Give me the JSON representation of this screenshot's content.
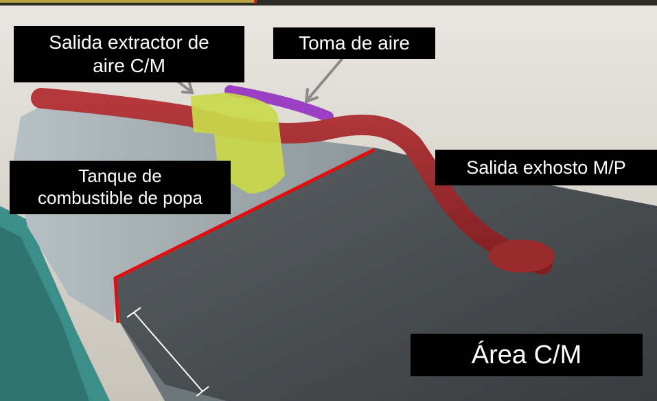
{
  "labels": {
    "salida_extractor": "Salida extractor de\naire C/M",
    "toma_aire": "Toma de aire",
    "tanque": "Tanque de\ncombustible de popa",
    "exhosto": "Salida exhosto M/P",
    "area": "Área C/M"
  },
  "colors": {
    "exhaust_pipe": "#9b2a2d",
    "air_intake": "#9b3fc4",
    "fuel_tank": "#c9d84a",
    "boundary_line": "#e01010",
    "hull_top": "#4a4f52",
    "hull_side": "#9aa3a8"
  }
}
